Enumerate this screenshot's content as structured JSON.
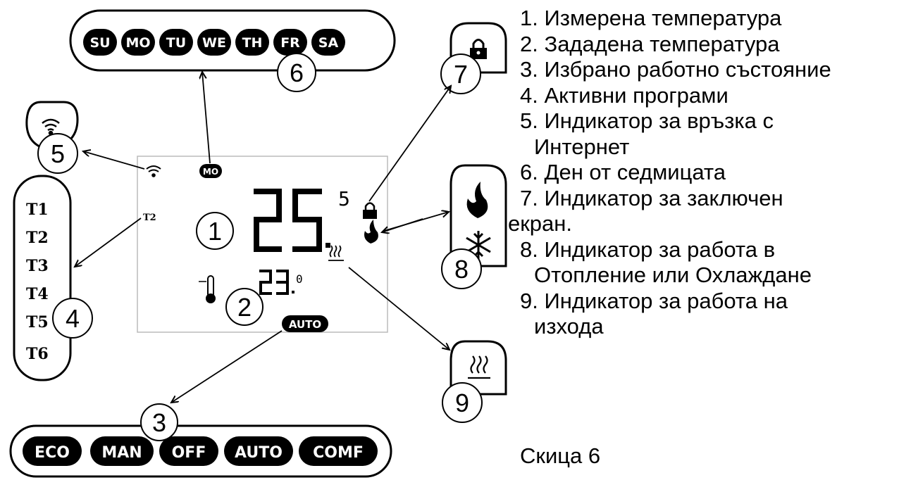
{
  "days": [
    "SU",
    "MO",
    "TU",
    "WE",
    "TH",
    "FR",
    "SA"
  ],
  "programs": [
    "T1",
    "T2",
    "T3",
    "T4",
    "T5",
    "T6"
  ],
  "modes": [
    "ECO",
    "MAN",
    "OFF",
    "AUTO",
    "COMF"
  ],
  "display": {
    "day": "MO",
    "program": "T2",
    "measured_temp": "25",
    "measured_decimal": "5",
    "set_temp": "23",
    "set_decimal": "0",
    "mode": "AUTO"
  },
  "callouts": {
    "n1": "1",
    "n2": "2",
    "n3": "3",
    "n4": "4",
    "n5": "5",
    "n6": "6",
    "n7": "7",
    "n8": "8",
    "n9": "9"
  },
  "legend": [
    {
      "text": "1. Измерена температура"
    },
    {
      "text": "2. Зададена температура"
    },
    {
      "text": "3. Избрано работно състояние"
    },
    {
      "text": "4. Активни програми"
    },
    {
      "text": "5. Индикатор за връзка с"
    },
    {
      "text": "   Интернет"
    },
    {
      "text": "6. Ден от седмицата"
    },
    {
      "text": "7. Индикатор за заключен"
    },
    {
      "text": "екран."
    },
    {
      "text": "8. Индикатор за работа в"
    },
    {
      "text": "   Отопление или Охлаждане"
    },
    {
      "text": "9. Индикатор за работа на"
    },
    {
      "text": "   изхода"
    }
  ],
  "caption": "Скица 6",
  "icons": [
    "wifi-icon",
    "lock-icon",
    "flame-icon",
    "snowflake-icon",
    "heating-output-icon",
    "thermometer-icon"
  ]
}
